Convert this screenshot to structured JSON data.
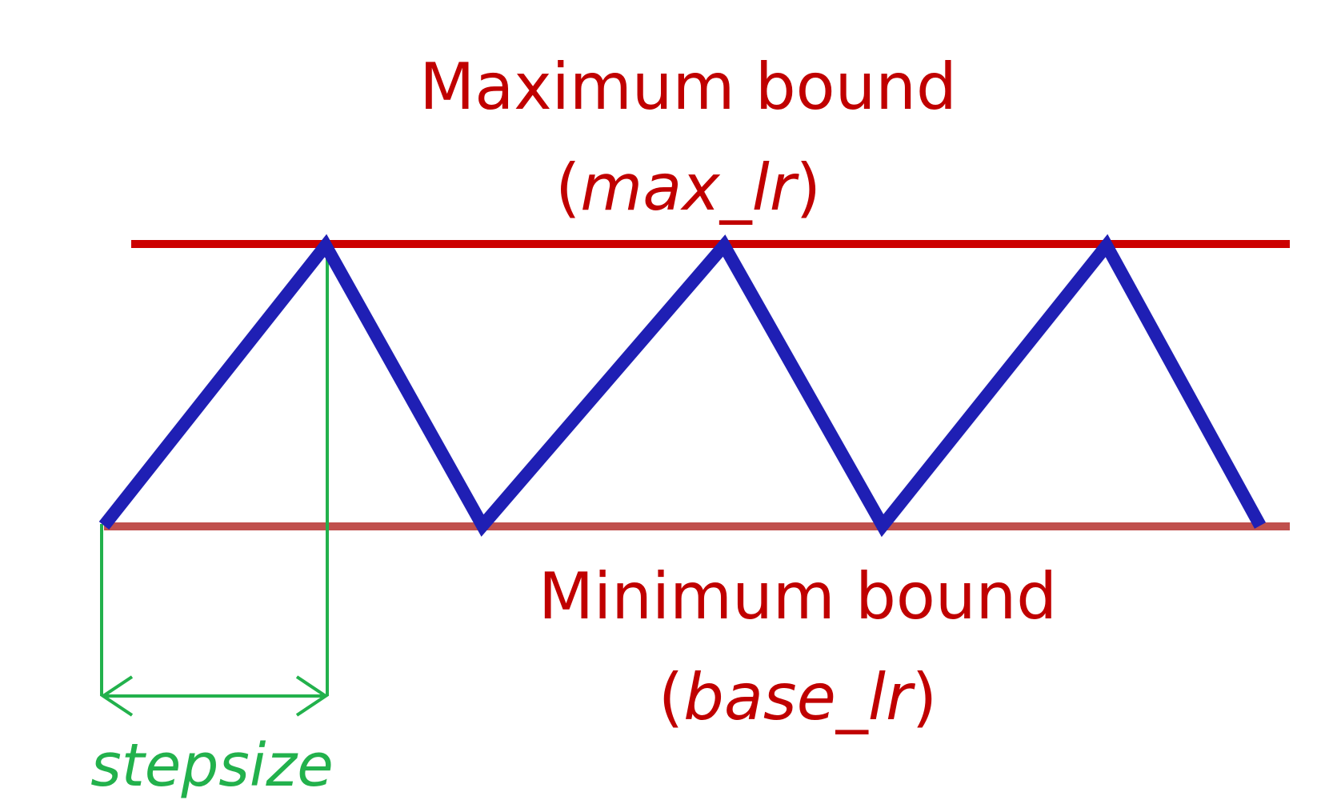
{
  "labels": {
    "max_bound": "Maximum bound",
    "max_bound_param": "max_lr",
    "min_bound": "Minimum bound",
    "min_bound_param": "base_lr",
    "stepsize": "stepsize"
  },
  "colors": {
    "bound_line": "#cc0000",
    "min_line": "#c0504d",
    "wave": "#1f1fb4",
    "stepsize_marker": "#22b14c",
    "label_red": "#c00000",
    "label_green": "#22b14c"
  }
}
